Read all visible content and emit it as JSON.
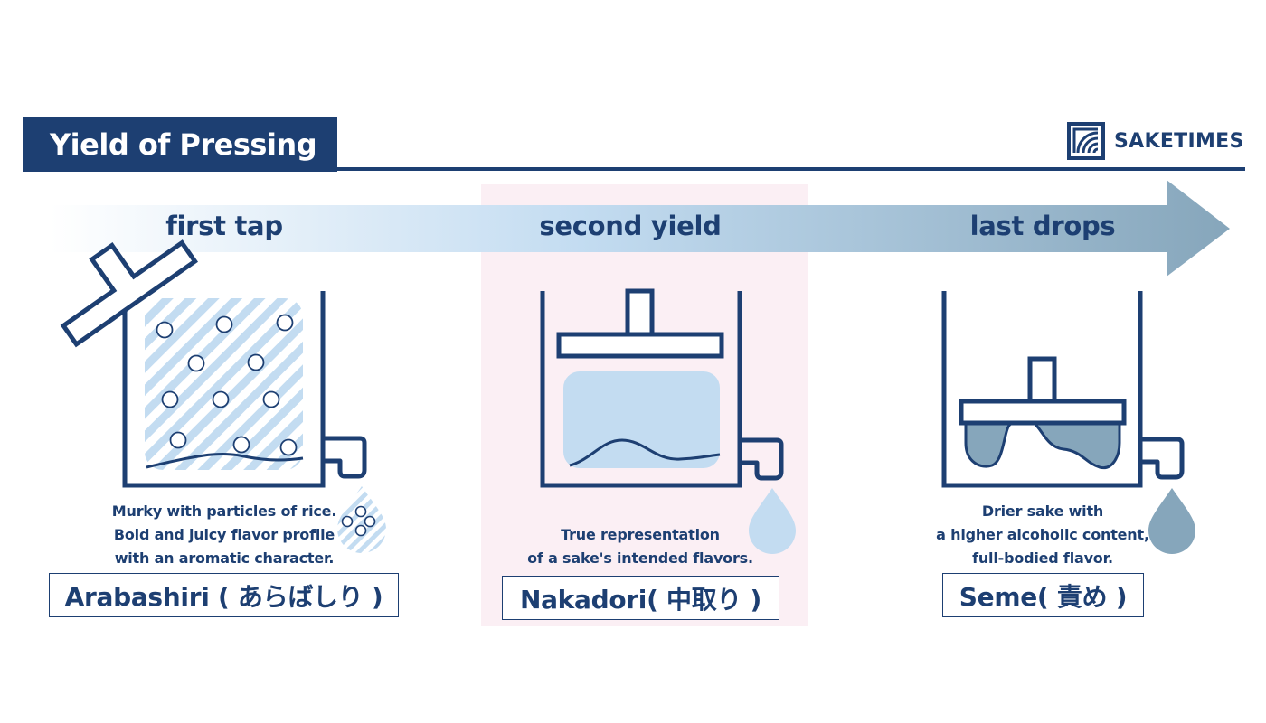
{
  "title": "Yield of Pressing",
  "brand": {
    "name": "SAKETIMES",
    "icon": "saketimes-logo-icon"
  },
  "colors": {
    "navy": "#1d3f72",
    "light_blue": "#c3dcf1",
    "steel_blue": "#86a6bb",
    "highlight_pink": "#fbeff4"
  },
  "stages": [
    {
      "label": "first tap",
      "description": [
        "Murky with particles of rice.",
        "Bold and juicy flavor profile",
        "with an aromatic character."
      ],
      "name": "Arabashiri ( あらばしり )"
    },
    {
      "label": "second yield",
      "description": [
        "True representation",
        "of a sake's intended flavors."
      ],
      "name": "Nakadori( 中取り )",
      "highlighted": true
    },
    {
      "label": "last drops",
      "description": [
        "Drier sake with",
        "a higher alcoholic content,",
        "full-bodied flavor."
      ],
      "name": "Seme( 責め )"
    }
  ]
}
